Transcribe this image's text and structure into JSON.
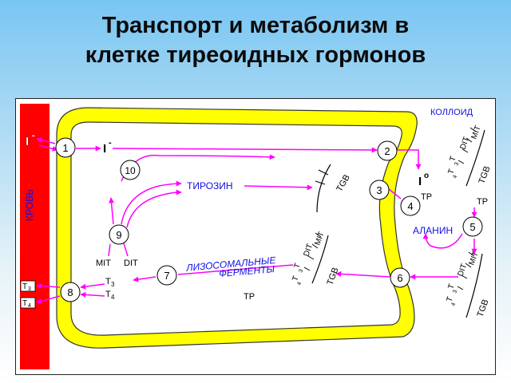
{
  "title": {
    "line1": "Транспорт и метаболизм в",
    "line2": "клетке тиреоидных гормонов"
  },
  "colors": {
    "membrane": "#ffff00",
    "membrane_outline": "#333333",
    "blood": "#ff0000",
    "arrow": "#ff00ff",
    "label_blue": "#1010e0",
    "text": "#000000"
  },
  "labels": {
    "blood": "КРОВЬ",
    "colloid": "КОЛЛОИД",
    "iodide_blood": "I",
    "iodide_cell": "I",
    "minus": "-",
    "iodine_colloid": "I",
    "zero": "o",
    "tyrosine": "ТИРОЗИН",
    "lysosomal1": "ЛИЗОСОМАЛЬНЫЕ",
    "lysosomal2": "ФЕРМЕНТЫ",
    "alanine": "АЛАНИН",
    "tp_a": "TP",
    "tp_b": "TP",
    "tp_c": "TP",
    "mit": "MIT",
    "dit": "DIT",
    "t": "T",
    "t_sub3": "3",
    "t_sub4": "4",
    "tgb": "TGB",
    "mit_col": "MIT",
    "dit_col": "DIT"
  },
  "steps": [
    "1",
    "2",
    "3",
    "4",
    "5",
    "6",
    "7",
    "8",
    "9",
    "10"
  ]
}
